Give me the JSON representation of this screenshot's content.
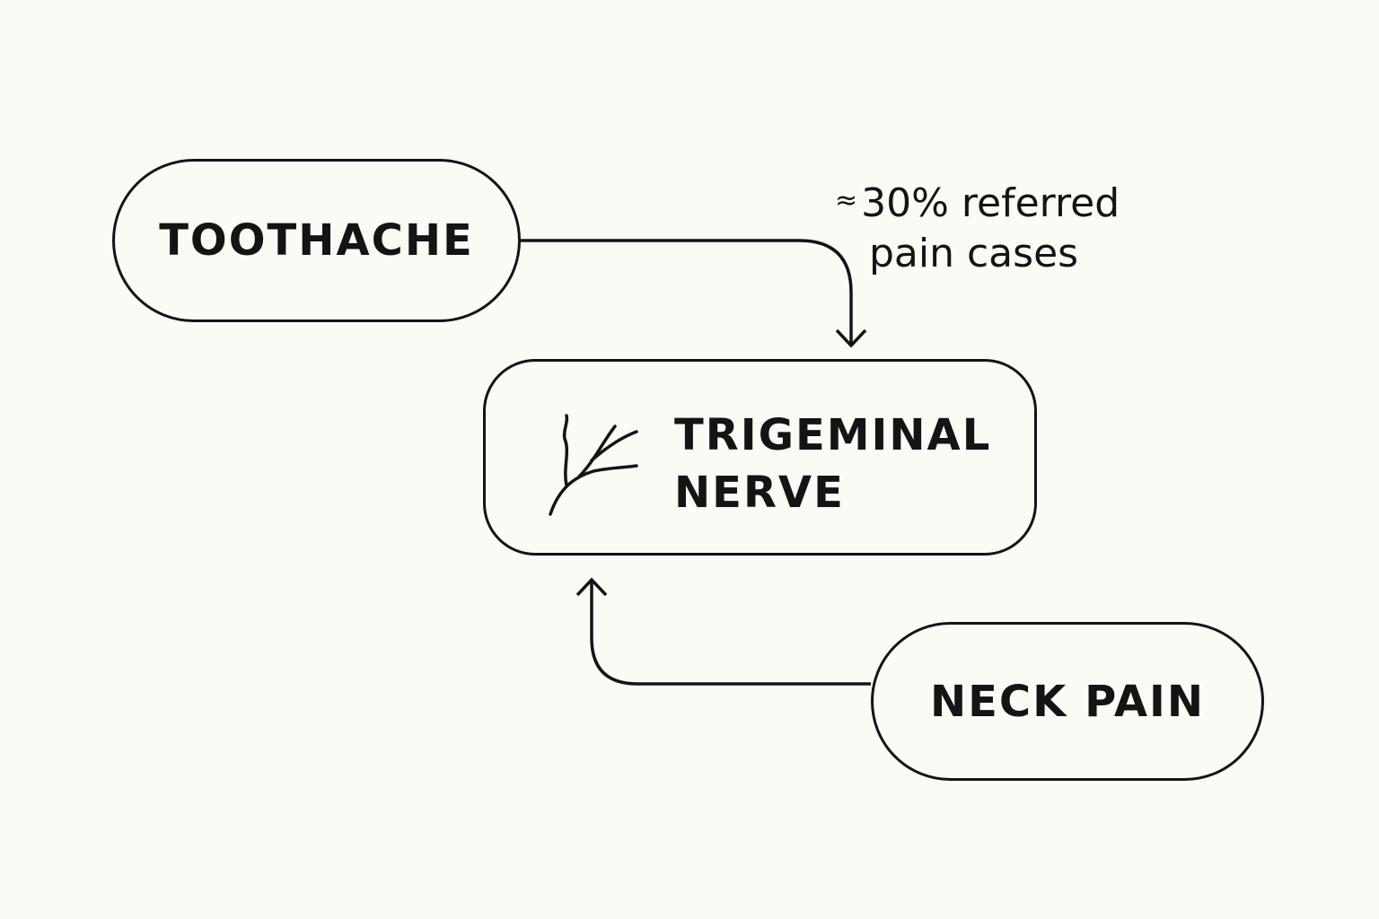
{
  "diagram": {
    "nodes": {
      "toothache": {
        "label": "TOOTHACHE"
      },
      "trigeminal": {
        "label_line1": "TRIGEMINAL",
        "label_line2": "NERVE",
        "icon": "nerve-branch-icon"
      },
      "neck_pain": {
        "label": "NECK PAIN"
      }
    },
    "annotation": {
      "symbol": "≈",
      "line1": "30% referred",
      "line2": "pain cases"
    },
    "edges": [
      {
        "from": "toothache",
        "to": "trigeminal"
      },
      {
        "from": "neck_pain",
        "to": "trigeminal"
      }
    ],
    "colors": {
      "background": "#fcfaf5",
      "stroke": "#141414"
    }
  }
}
